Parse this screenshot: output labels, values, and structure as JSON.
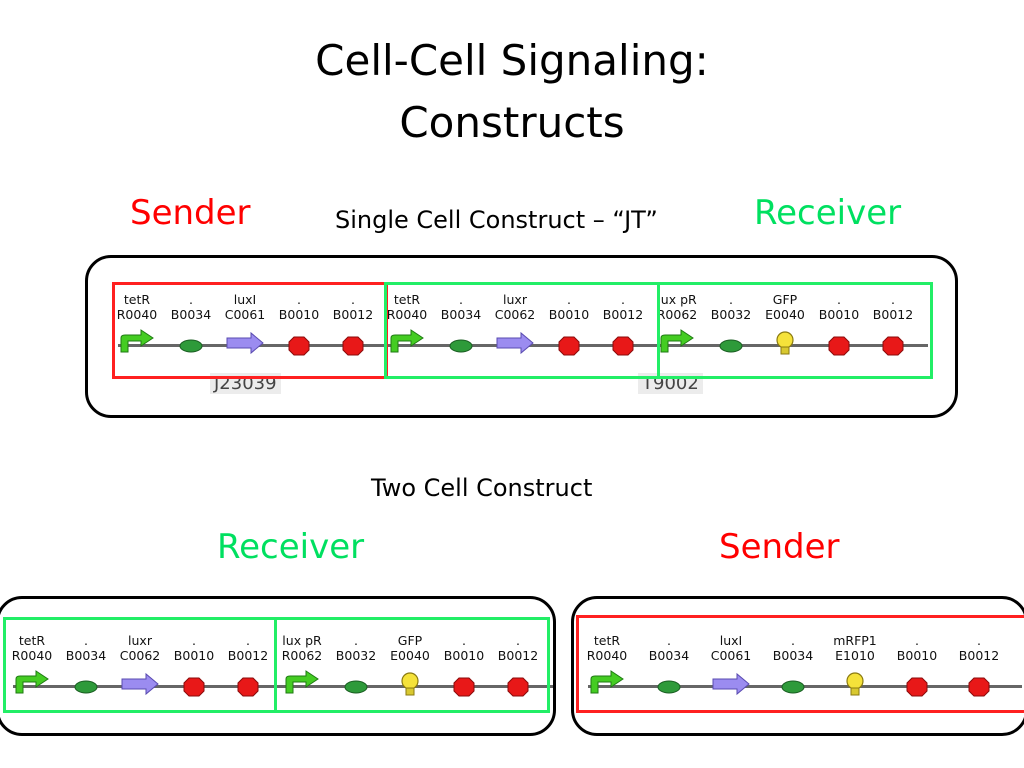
{
  "slide": {
    "title_line1": "Cell-Cell Signaling:",
    "title_line2": "Constructs",
    "sender_top": "Sender",
    "receiver_top": "Receiver",
    "single_cell": "Single Cell Construct – “JT”",
    "two_cell": "Two Cell Construct",
    "receiver_bottom": "Receiver",
    "sender_bottom": "Sender"
  },
  "colors": {
    "sender": "#ff0000",
    "receiver": "#00e060",
    "promoter": "#44cc22",
    "rbs": "#2e9a3a",
    "coding": "#9b8cf0",
    "terminator": "#e81818",
    "reporter": "#f5e23a"
  },
  "constructs": {
    "single": {
      "labels": [
        "J23039",
        "T9002"
      ],
      "parts": [
        {
          "n1": "tetR",
          "n2": "R0040",
          "glyph": "promoter-icon"
        },
        {
          "n1": ".",
          "n2": "B0034",
          "glyph": "rbs-icon"
        },
        {
          "n1": "luxI",
          "n2": "C0061",
          "glyph": "coding-arrow-icon"
        },
        {
          "n1": ".",
          "n2": "B0010",
          "glyph": "terminator-icon"
        },
        {
          "n1": ".",
          "n2": "B0012",
          "glyph": "terminator-icon"
        },
        {
          "n1": "tetR",
          "n2": "R0040",
          "glyph": "promoter-icon"
        },
        {
          "n1": ".",
          "n2": "B0034",
          "glyph": "rbs-icon"
        },
        {
          "n1": "luxr",
          "n2": "C0062",
          "glyph": "coding-arrow-icon"
        },
        {
          "n1": ".",
          "n2": "B0010",
          "glyph": "terminator-icon"
        },
        {
          "n1": ".",
          "n2": "B0012",
          "glyph": "terminator-icon"
        },
        {
          "n1": "lux pR",
          "n2": "R0062",
          "glyph": "promoter-icon"
        },
        {
          "n1": ".",
          "n2": "B0032",
          "glyph": "rbs-icon"
        },
        {
          "n1": "GFP",
          "n2": "E0040",
          "glyph": "reporter-bulb-icon"
        },
        {
          "n1": ".",
          "n2": "B0010",
          "glyph": "terminator-icon"
        },
        {
          "n1": ".",
          "n2": "B0012",
          "glyph": "terminator-icon"
        }
      ]
    },
    "receiver": {
      "parts": [
        {
          "n1": "tetR",
          "n2": "R0040",
          "glyph": "promoter-icon"
        },
        {
          "n1": ".",
          "n2": "B0034",
          "glyph": "rbs-icon"
        },
        {
          "n1": "luxr",
          "n2": "C0062",
          "glyph": "coding-arrow-icon"
        },
        {
          "n1": ".",
          "n2": "B0010",
          "glyph": "terminator-icon"
        },
        {
          "n1": ".",
          "n2": "B0012",
          "glyph": "terminator-icon"
        },
        {
          "n1": "lux pR",
          "n2": "R0062",
          "glyph": "promoter-icon"
        },
        {
          "n1": ".",
          "n2": "B0032",
          "glyph": "rbs-icon"
        },
        {
          "n1": "GFP",
          "n2": "E0040",
          "glyph": "reporter-bulb-icon"
        },
        {
          "n1": ".",
          "n2": "B0010",
          "glyph": "terminator-icon"
        },
        {
          "n1": ".",
          "n2": "B0012",
          "glyph": "terminator-icon"
        }
      ]
    },
    "sender": {
      "parts": [
        {
          "n1": "tetR",
          "n2": "R0040",
          "glyph": "promoter-icon"
        },
        {
          "n1": ".",
          "n2": "B0034",
          "glyph": "rbs-icon"
        },
        {
          "n1": "luxI",
          "n2": "C0061",
          "glyph": "coding-arrow-icon"
        },
        {
          "n1": ".",
          "n2": "B0034",
          "glyph": "rbs-icon"
        },
        {
          "n1": "mRFP1",
          "n2": "E1010",
          "glyph": "reporter-bulb-icon"
        },
        {
          "n1": ".",
          "n2": "B0010",
          "glyph": "terminator-icon"
        },
        {
          "n1": ".",
          "n2": "B0012",
          "glyph": "terminator-icon"
        }
      ]
    }
  }
}
